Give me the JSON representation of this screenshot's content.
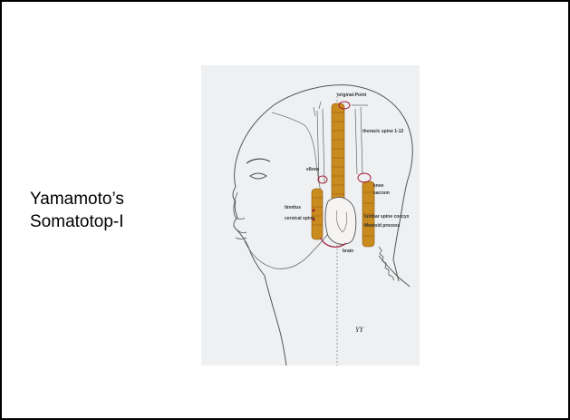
{
  "caption": {
    "line1": "Yamamoto’s",
    "line2": "Somatotop-I"
  },
  "figure": {
    "labels": {
      "origin": "original-Point",
      "thoracic": "thoracic spine 1-12",
      "elbow": "elbow",
      "knee": "knee",
      "sacrum": "sacrum",
      "tinnitus": "tinnitus",
      "cervical": "cervical spine",
      "lumbar": "lumbar spine coccyx",
      "mastoid": "Mastoid process",
      "brain": "brain"
    },
    "signature": "YY"
  },
  "colors": {
    "background": "#ffffff",
    "border": "#000000",
    "figure_background": "#eef0f2",
    "line": "#555555",
    "spine_fill": "#c98a1e",
    "spine_dark": "#8a5a10",
    "marker": "#a0203a"
  }
}
